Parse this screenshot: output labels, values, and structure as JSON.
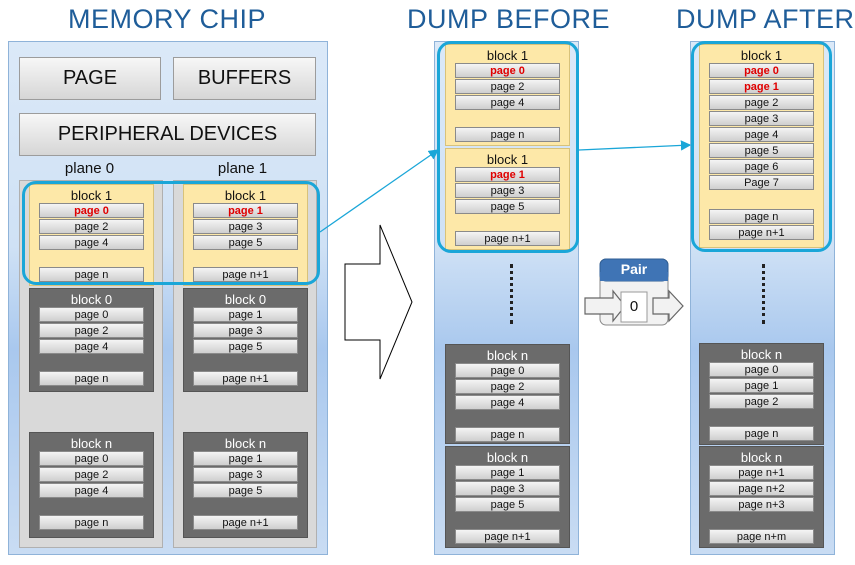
{
  "titles": {
    "memory_chip": "MEMORY CHIP",
    "dump_before": "DUMP BEFORE",
    "dump_after": "DUMP AFTER"
  },
  "chip": {
    "page_label": "PAGE",
    "buffers_label": "BUFFERS",
    "peripheral_label": "PERIPHERAL DEVICES",
    "plane0": {
      "label": "plane 0",
      "blocks": [
        {
          "label": "block 1",
          "pages": [
            "page 0",
            "page 2",
            "page 4",
            "page n"
          ],
          "red": [
            0
          ]
        },
        {
          "label": "block 0",
          "pages": [
            "page 0",
            "page 2",
            "page 4",
            "page n"
          ],
          "red": []
        },
        {
          "label": "block n",
          "pages": [
            "page 0",
            "page 2",
            "page 4",
            "page n"
          ],
          "red": []
        }
      ]
    },
    "plane1": {
      "label": "plane 1",
      "blocks": [
        {
          "label": "block 1",
          "pages": [
            "page 1",
            "page 3",
            "page 5",
            "page n+1"
          ],
          "red": [
            0
          ]
        },
        {
          "label": "block 0",
          "pages": [
            "page 1",
            "page 3",
            "page 5",
            "page n+1"
          ],
          "red": []
        },
        {
          "label": "block n",
          "pages": [
            "page 1",
            "page 3",
            "page 5",
            "page n+1"
          ],
          "red": []
        }
      ]
    }
  },
  "dump_before": {
    "blocks": [
      {
        "label": "block 1",
        "pages": [
          "page 0",
          "page 2",
          "page 4",
          "page n"
        ],
        "red": [
          0
        ]
      },
      {
        "label": "block 1",
        "pages": [
          "page 1",
          "page 3",
          "page 5",
          "page n+1"
        ],
        "red": [
          0
        ]
      },
      {
        "label": "block n",
        "pages": [
          "page 0",
          "page 2",
          "page 4",
          "page n"
        ],
        "red": []
      },
      {
        "label": "block n",
        "pages": [
          "page 1",
          "page 3",
          "page 5",
          "page n+1"
        ],
        "red": []
      }
    ]
  },
  "dump_after": {
    "blocks": [
      {
        "label": "block 1",
        "pages": [
          "page 0",
          "page 1",
          "page 2",
          "page 3",
          "page 4",
          "page 5",
          "page 6",
          "Page 7",
          "page n",
          "page n+1"
        ],
        "red": [
          0,
          1
        ]
      },
      {
        "label": "block n",
        "pages": [
          "page 0",
          "page 1",
          "page 2",
          "page n"
        ],
        "red": []
      },
      {
        "label": "block n",
        "pages": [
          "page n+1",
          "page n+2",
          "page n+3",
          "page n+m"
        ],
        "red": []
      }
    ]
  },
  "pair_widget": {
    "title": "Pair",
    "value": "0"
  },
  "colors": {
    "title": "#1f5d99",
    "highlight": "#1aa6d8",
    "red_page": "#e00000"
  }
}
